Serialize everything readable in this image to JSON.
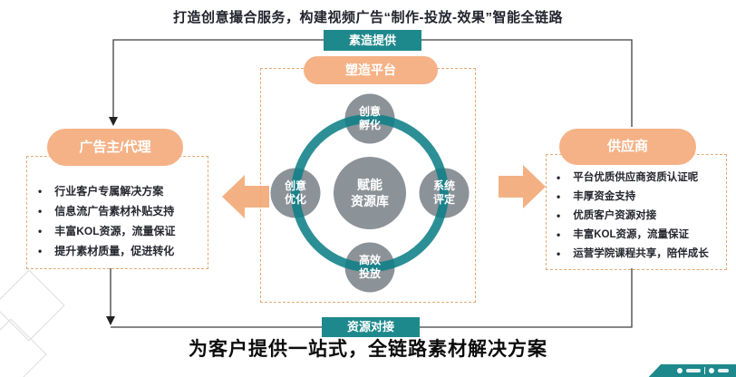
{
  "header": {
    "title": "打造创意撮合服务，构建视频广告“制作-投放-效果”智能全链路"
  },
  "flow": {
    "top_label": "素造提供",
    "bottom_label": "资源对接"
  },
  "platform": {
    "label": "塑造平台"
  },
  "hub": {
    "center": {
      "line1": "赋能",
      "line2": "资源库"
    },
    "nodes": {
      "top": {
        "line1": "创意",
        "line2": "孵化"
      },
      "right": {
        "line1": "系统",
        "line2": "评定"
      },
      "bottom": {
        "line1": "高效",
        "line2": "投放"
      },
      "left": {
        "line1": "创意",
        "line2": "优化"
      }
    }
  },
  "left_panel": {
    "title": "广告主/代理",
    "bullets": [
      "行业客户专属解决方案",
      "信息流广告素材补贴支持",
      "丰富KOL资源，流量保证",
      "提升素材质量，促进转化"
    ]
  },
  "right_panel": {
    "title": "供应商",
    "bullets": [
      "平台优质供应商资质认证呢",
      "丰厚资金支持",
      "优质客户资源对接",
      "丰富KOL资源，流量保证",
      "运营学院课程共享，陪伴成长"
    ]
  },
  "footer": {
    "headline": "为客户提供一站式，全链路素材解决方案"
  },
  "colors": {
    "teal_ring": "#0d7e86",
    "teal_label": "#1e898c",
    "orange": "#f5b286",
    "orange_dashed_border": "#e3a978",
    "node_gray": "#8b9298",
    "line_dark": "#3f3f3f",
    "text_dark": "#23242e"
  }
}
